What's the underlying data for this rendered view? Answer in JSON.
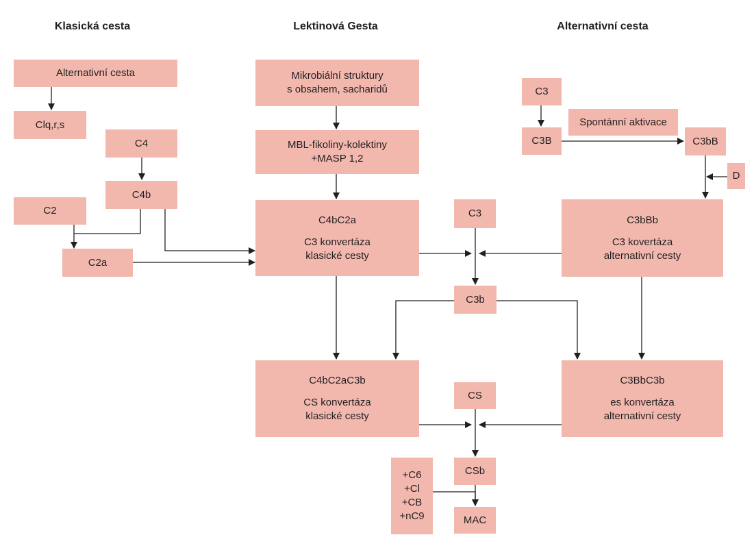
{
  "headings": {
    "classical": "Klasická cesta",
    "lectin": "Lektinová Gesta",
    "alternative": "Alternativní cesta"
  },
  "classical": {
    "top": "Alternativní cesta",
    "clq": "Clq,r,s",
    "c4": "C4",
    "c4b": "C4b",
    "c2": "C2",
    "c2a": "C2a"
  },
  "lectin": {
    "microbial_line1": "Mikrobiální struktury",
    "microbial_line2": "s obsahem, sacharidů",
    "mbl_line1": "MBL-fikoliny-kolektiny",
    "mbl_line2": "+MASP 1,2",
    "c3conv_title": "C4bC2a",
    "c3conv_line1": "C3 konvertáza",
    "c3conv_line2": "klasické cesty",
    "c5conv_title": "C4bC2aC3b",
    "c5conv_line1": "CS konvertáza",
    "c5conv_line2": "klasické cesty"
  },
  "center": {
    "c3": "C3",
    "c3b": "C3b",
    "c5": "CS",
    "c5b": "CSb",
    "mac": "MAC",
    "additions": [
      "+C6",
      "+Cl",
      "+CB",
      "+nC9"
    ]
  },
  "alternative": {
    "c3": "C3",
    "c3b_box": "C3B",
    "spont": "Spontánní aktivace",
    "c3bb": "C3bB",
    "d": "D",
    "c3conv_title": "C3bBb",
    "c3conv_line1": "C3 kovertáza",
    "c3conv_line2": "alternativní cesty",
    "c5conv_title": "C3BbC3b",
    "c5conv_line1": "es konvertáza",
    "c5conv_line2": "alternativní cesty"
  }
}
